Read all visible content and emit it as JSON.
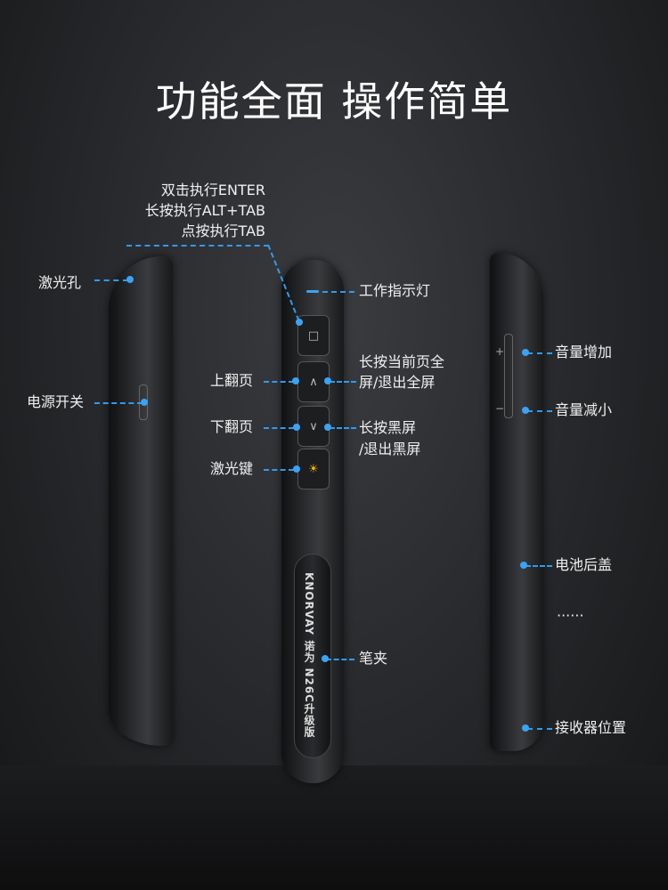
{
  "title": "功能全面 操作简单",
  "top_labels": [
    "双击执行ENTER",
    "长按执行ALT+TAB",
    "点按执行TAB"
  ],
  "left": {
    "laser_hole": "激光孔",
    "power_switch": "电源开关"
  },
  "center": {
    "indicator": "工作指示灯",
    "page_up": "上翻页",
    "page_down": "下翻页",
    "laser_key": "激光键",
    "fullscreen_1": "长按当前页全",
    "fullscreen_2": "屏/退出全屏",
    "black_1": "长按黑屏",
    "black_2": "/退出黑屏",
    "clip": "笔夹",
    "logo": "KNORVAY 诺为 N26C升级版",
    "btn_enter": "□",
    "btn_up": "∧",
    "btn_down": "∨",
    "btn_laser": "☀"
  },
  "right": {
    "vol_up": "音量增加",
    "vol_down": "音量减小",
    "battery": "电池后盖",
    "more": "······",
    "receiver": "接收器位置",
    "plus": "+",
    "minus": "−"
  },
  "accent": "#2f9bf0"
}
